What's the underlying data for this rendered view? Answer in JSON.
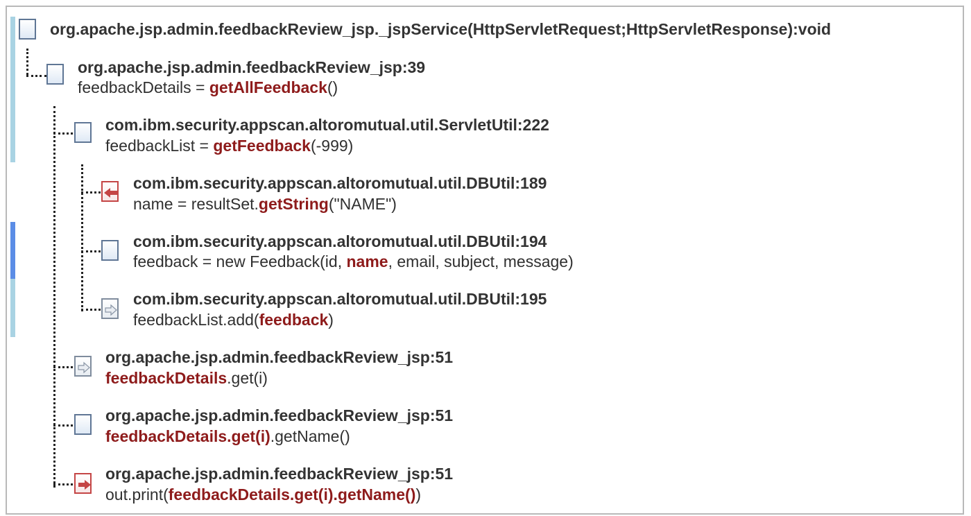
{
  "root": {
    "label": "org.apache.jsp.admin.feedbackReview_jsp._jspService(HttpServletRequest;HttpServletResponse):void"
  },
  "nodes": [
    {
      "location": "org.apache.jsp.admin.feedbackReview_jsp:39",
      "code": [
        "feedbackDetails = ",
        "getAllFeedback",
        "()"
      ],
      "icon": "method-node-icon"
    },
    {
      "location": "com.ibm.security.appscan.altoromutual.util.ServletUtil:222",
      "code": [
        "feedbackList = ",
        "getFeedback",
        "(-999)"
      ],
      "icon": "method-node-icon"
    },
    {
      "location": "com.ibm.security.appscan.altoromutual.util.DBUtil:189",
      "code": [
        "name = resultSet.",
        "getString",
        "(\"NAME\")"
      ],
      "icon": "taint-source-icon"
    },
    {
      "location": "com.ibm.security.appscan.altoromutual.util.DBUtil:194",
      "code": [
        "feedback = new Feedback(id, ",
        "name",
        ", email, subject, message)"
      ],
      "icon": "method-node-icon"
    },
    {
      "location": "com.ibm.security.appscan.altoromutual.util.DBUtil:195",
      "code": [
        "feedbackList.add(",
        "feedback",
        ")"
      ],
      "icon": "propagation-icon"
    },
    {
      "location": "org.apache.jsp.admin.feedbackReview_jsp:51",
      "code": [
        "",
        "feedbackDetails",
        ".get(i)"
      ],
      "icon": "propagation-icon"
    },
    {
      "location": "org.apache.jsp.admin.feedbackReview_jsp:51",
      "code": [
        "",
        "feedbackDetails.get(i)",
        ".getName()"
      ],
      "icon": "method-node-icon"
    },
    {
      "location": "org.apache.jsp.admin.feedbackReview_jsp:51",
      "code": [
        "out.print(",
        "feedbackDetails.get(i).getName()",
        ")"
      ],
      "icon": "taint-sink-icon"
    }
  ],
  "colors": {
    "highlight": "#8e1b1b",
    "gutter": "#a9d3e3",
    "gutter_selected": "#5b8de6",
    "node_border": "#5f7695",
    "source_sink": "#c44545"
  }
}
